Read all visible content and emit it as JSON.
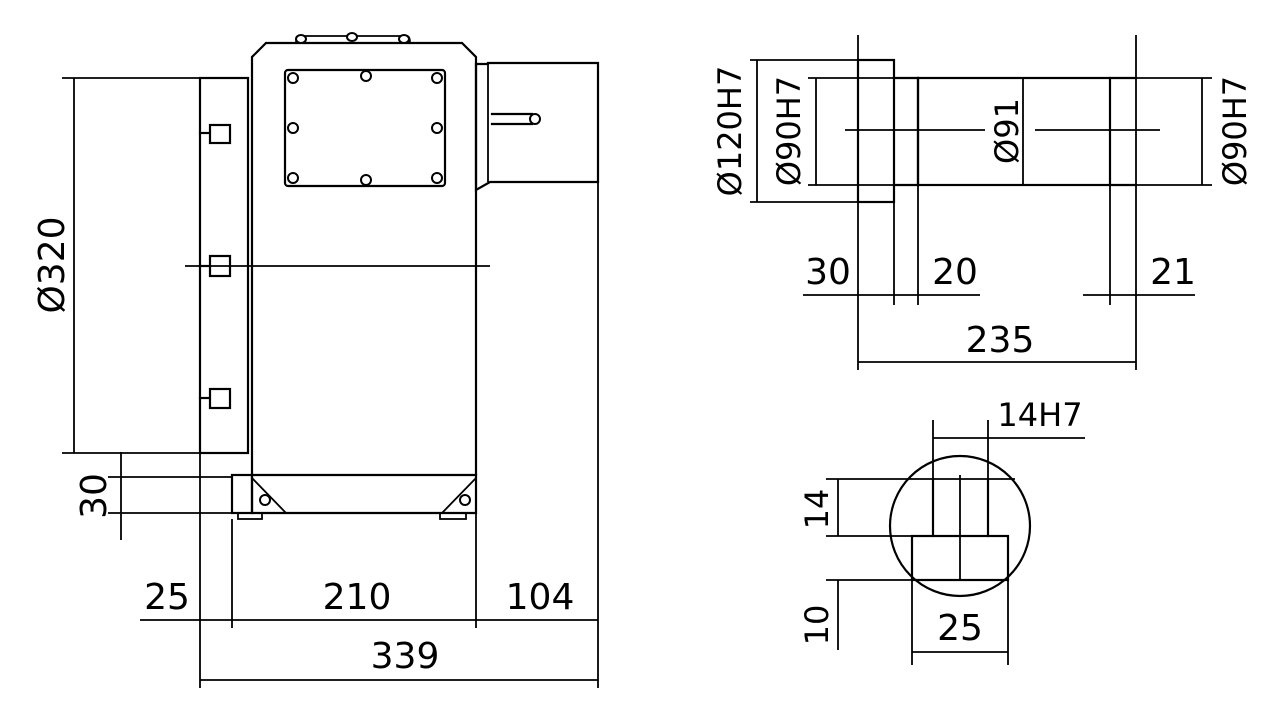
{
  "main_view": {
    "dimensions": {
      "height_diameter": "Ø320",
      "base_height": "30",
      "left_offset": "25",
      "body_width": "210",
      "right_width": "104",
      "total_width": "339"
    }
  },
  "shaft_view": {
    "dimensions": {
      "flange_diameter": "Ø120H7",
      "left_bore": "Ø90H7",
      "shaft_diameter": "Ø91",
      "right_bore": "Ø90H7",
      "flange_length": "30",
      "left_step": "20",
      "right_step": "21",
      "total_length": "235"
    }
  },
  "keyway_view": {
    "dimensions": {
      "key_width": "14H7",
      "key_depth": "14",
      "base_depth": "10",
      "base_width": "25"
    }
  }
}
